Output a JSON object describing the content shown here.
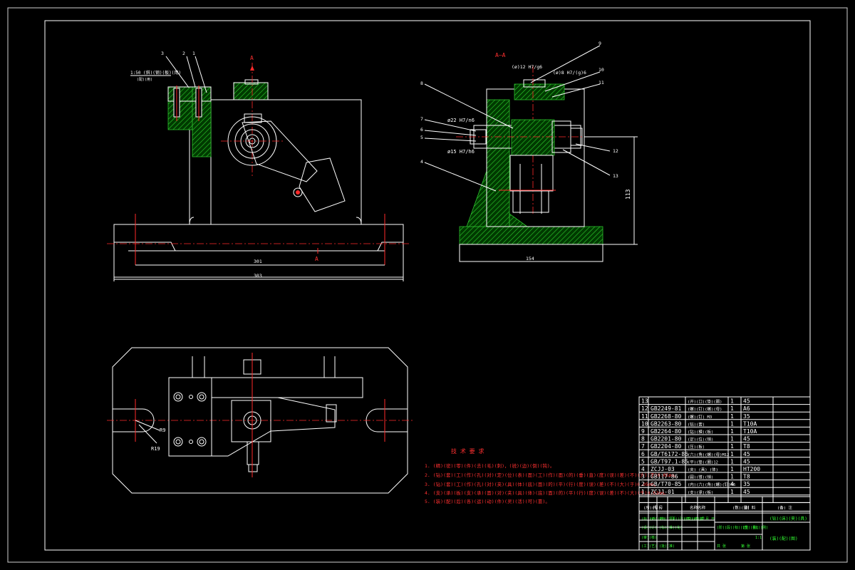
{
  "drawing": {
    "main_view": {
      "notes": [
        "1:50 (斜)(钢)(板)(用)",
        "(配)(用)"
      ],
      "leaders": [
        "3",
        "2",
        "1"
      ],
      "section_mark": "A",
      "dims": [
        "301",
        "303"
      ]
    },
    "section_view": {
      "title": "A—A",
      "leaders": [
        "9",
        "10",
        "11",
        "8",
        "7",
        "6",
        "5",
        "4",
        "12",
        "13"
      ],
      "fits": [
        "(ø)12 H7/g6",
        "ø22 H7/n6",
        "ø15 H7/h6",
        "(ø)8 H7/(g)6"
      ],
      "dims": [
        "113",
        "154"
      ]
    },
    "top_view": {
      "radii": [
        "R9",
        "R19"
      ]
    },
    "tech_requirements": {
      "title": "技 术 要 求",
      "items": [
        "1. (精)(密)(零)(件)(去)(毛)(刺)，(锐)(边)(倒)(钝)。",
        "2. (钻)(套)(工)(作)(孔)(对)(定)(位)(表)(面)(工)(作)(面)(的)(垂)(直)(度)(误)(差)(不)(大)(于)0.05mm。",
        "3. (钻)(套)(工)(作)(孔)(对)(夹)(具)(体)(底)(面)(的)(平)(行)(度)(误)(差)(不)(大)(于)0.05mm。",
        "4. (支)(承)(板)(支)(承)(面)(对)(夹)(具)(体)(底)(面)(的)(平)(行)(度)(误)(差)(不)(大)(于)0.02mm。",
        "5. (装)(配)(后)(各)(运)(动)(件)(灵)(活)(可)(靠)。"
      ]
    },
    "bom": {
      "rows": [
        {
          "no": "13",
          "code": "",
          "name": "(开)(口)(垫)(圈)",
          "qty": "1",
          "material": "45"
        },
        {
          "no": "12",
          "code": "GB2249-81",
          "name": "(螺)(钉)(螺)(母)",
          "qty": "1",
          "material": "A6"
        },
        {
          "no": "11",
          "code": "GB2268-80",
          "name": "(螺)(钉) M3",
          "qty": "1",
          "material": "35"
        },
        {
          "no": "10",
          "code": "GB2263-80",
          "name": "(钻)(套)",
          "qty": "1",
          "material": "T10A"
        },
        {
          "no": "9",
          "code": "GB2264-80",
          "name": "(钻)(模)(板)",
          "qty": "1",
          "material": "T10A"
        },
        {
          "no": "8",
          "code": "GB2201-80",
          "name": "(定)(位)(销)",
          "qty": "1",
          "material": "45"
        },
        {
          "no": "7",
          "code": "GB2204-80",
          "name": "(压)(板)",
          "qty": "1",
          "material": "T8"
        },
        {
          "no": "6",
          "code": "GB/T6172-86",
          "name": "(六)(角)(螺)(母)M12",
          "qty": "1",
          "material": "45"
        },
        {
          "no": "5",
          "code": "GB/T97.1-85",
          "name": "(平)(垫)(圈)12",
          "qty": "1",
          "material": "45"
        },
        {
          "no": "4",
          "code": "ZCJJ-03",
          "name": "(夹) (具) (体)",
          "qty": "1",
          "material": "HT200"
        },
        {
          "no": "3",
          "code": "GB117-86",
          "name": "(圆)(锥)(销)",
          "qty": "1",
          "material": "T8"
        },
        {
          "no": "2",
          "code": "GB/T70-85",
          "name": "(内)(六)(角)(螺)(钉)M6",
          "qty": "4",
          "material": "35"
        },
        {
          "no": "1",
          "code": "ZCJJ-01",
          "name": "(支)(承)(板)",
          "qty": "1",
          "material": "45"
        }
      ],
      "header": {
        "no": "(序)(号)",
        "code": "代 号",
        "name": "名称名称",
        "qty": "(数)(量)",
        "material": "材 料",
        "remark": "(备) 注"
      }
    },
    "title_block": {
      "cells": [
        "(标)(记)",
        "(处)(数)",
        "(分)(区)",
        "(更)(改)(文)(件)号",
        "(签)(名)",
        "年 月 日",
        "(设)(计)",
        "(标)(准)(化)",
        "(审)(核)",
        "(工)(艺)",
        "(批)(准)",
        "(阶)(段)(标)(记)",
        "(重)(量)",
        "(比)(例)",
        "1:1",
        "共 张",
        "第 张",
        "(钻)(床)(夹)(具)",
        "(装)(配)(图)"
      ]
    }
  }
}
